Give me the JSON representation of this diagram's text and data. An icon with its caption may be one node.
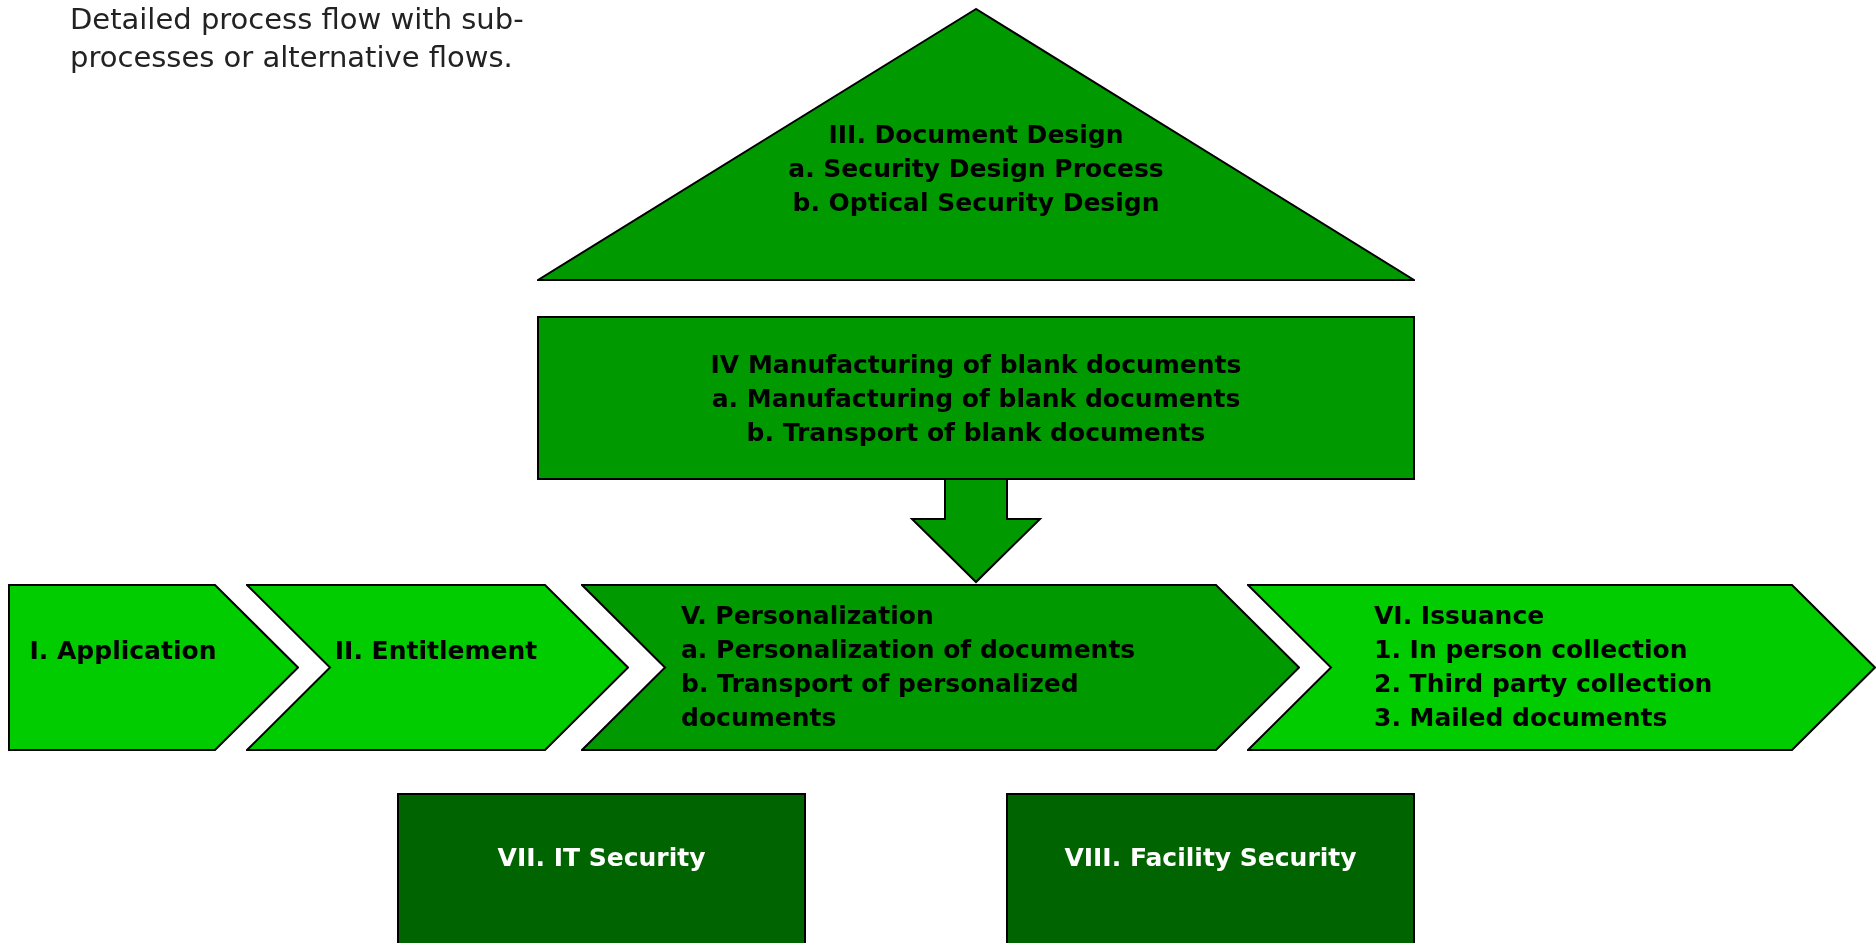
{
  "diagram": {
    "title": "Detailed process flow with sub-processes or alternative flows.",
    "nodes": [
      {
        "text": [
          "III. Document Design",
          "a. Security Design Process",
          "b. Optical Security Design"
        ]
      },
      {
        "text": [
          "IV Manufacturing of blank documents",
          "a. Manufacturing of blank documents",
          "b. Transport of blank documents"
        ]
      },
      {
        "text": [
          "I. Application"
        ]
      },
      {
        "text": [
          "II. Entitlement"
        ]
      },
      {
        "text": [
          "V. Personalization",
          "a. Personalization of documents",
          "b. Transport of personalized documents"
        ]
      },
      {
        "text": [
          "VI. Issuance",
          "1. In person collection",
          "2. Third party collection",
          "3. Mailed documents"
        ]
      },
      {
        "text": [
          "VII. IT Security"
        ]
      },
      {
        "text": [
          "VIII. Facility Security"
        ]
      }
    ],
    "edges": [
      {
        "from": 1,
        "to": 4,
        "arrow": "to"
      }
    ]
  }
}
